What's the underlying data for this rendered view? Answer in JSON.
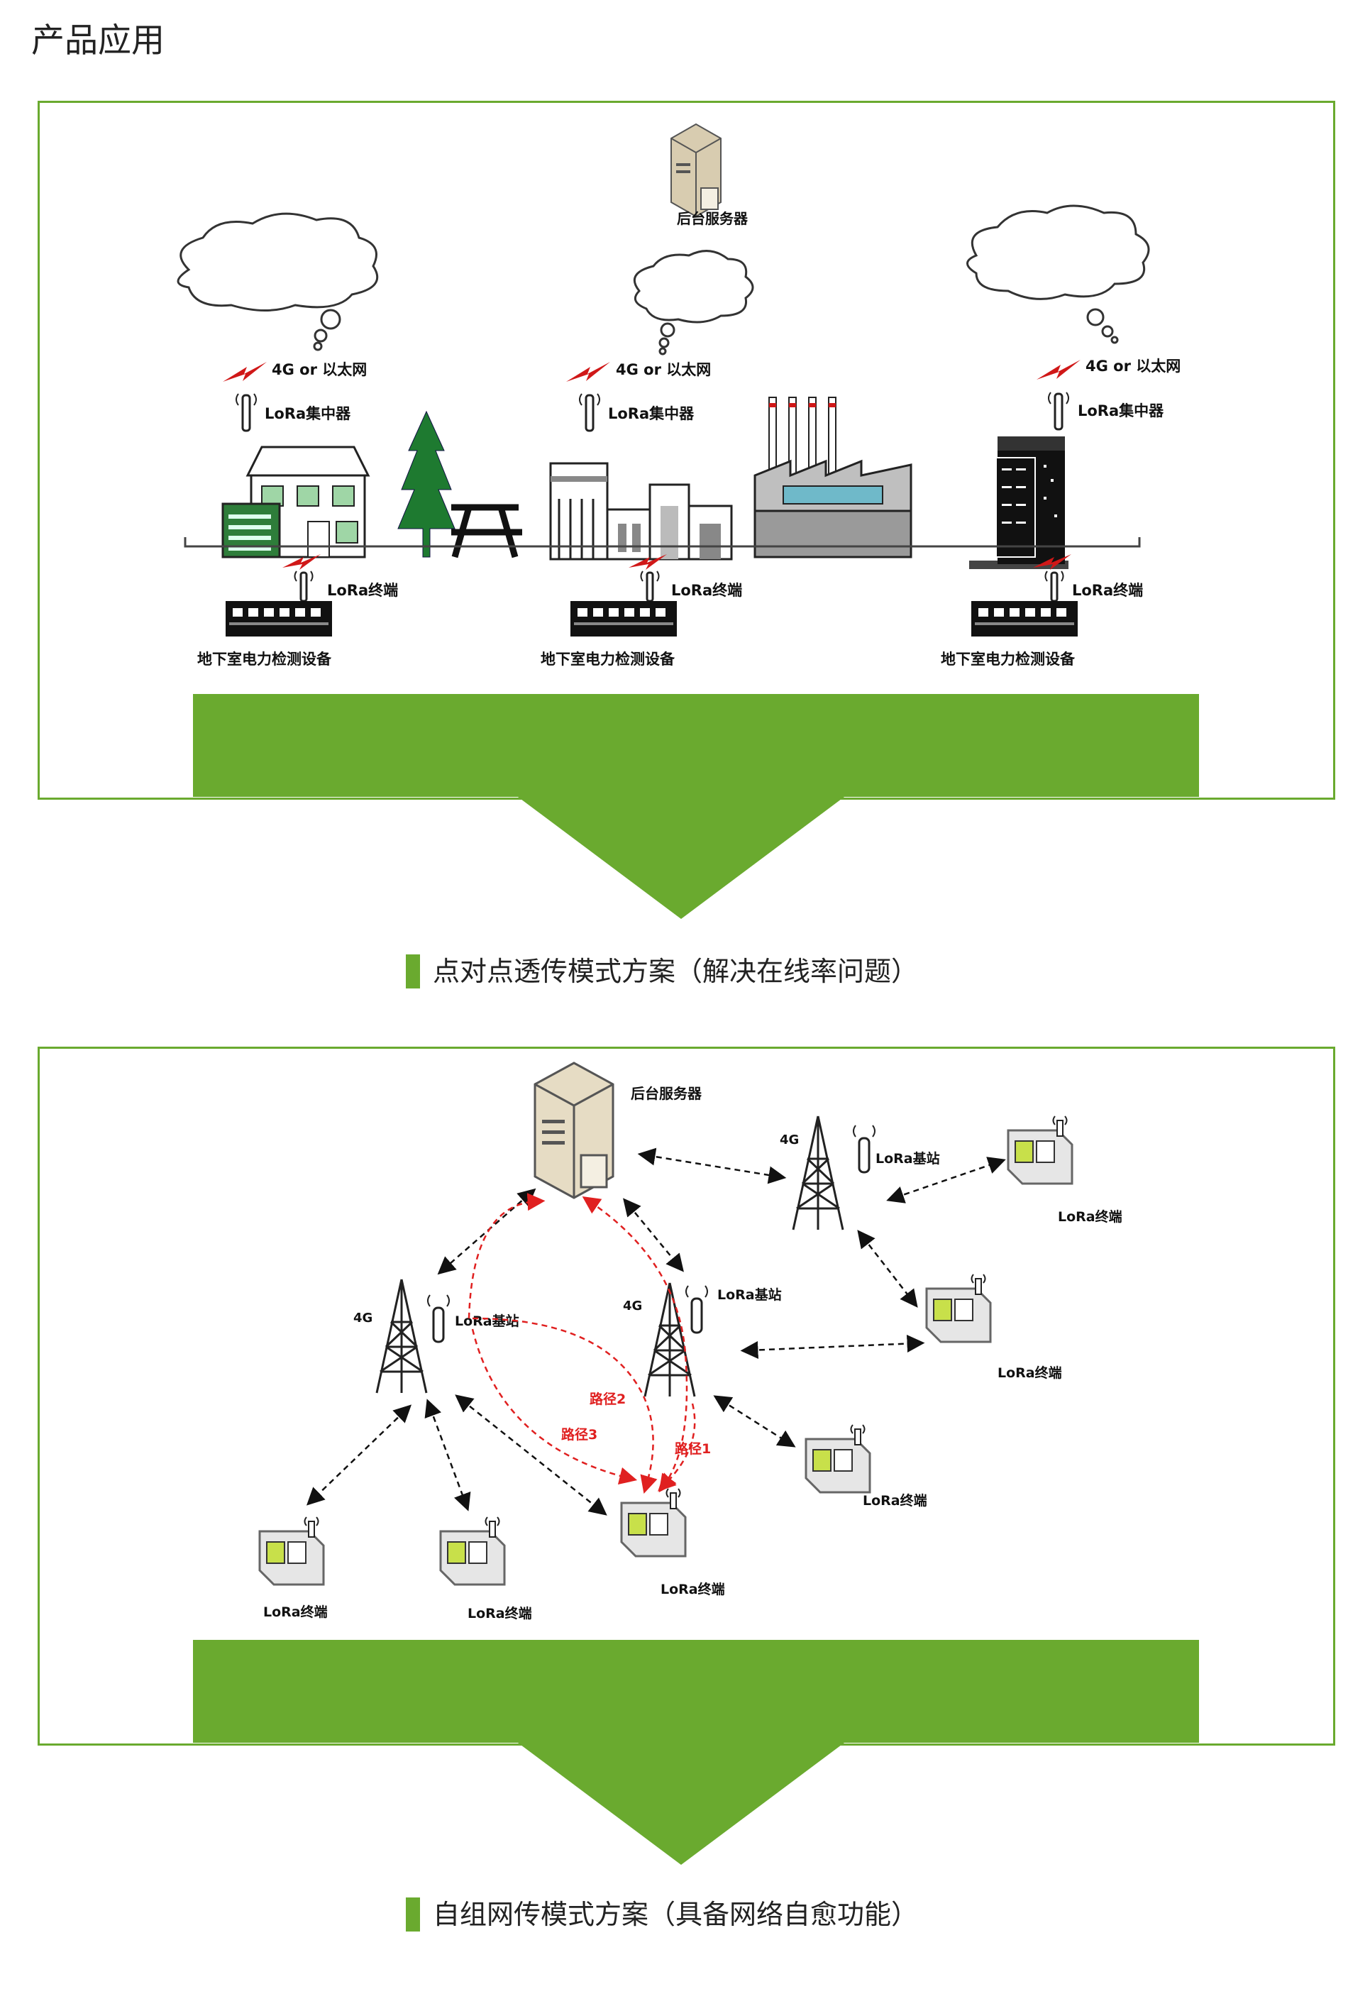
{
  "page": {
    "title": "产品应用"
  },
  "colors": {
    "accent": "#6aaa2f",
    "path_red": "#e02020"
  },
  "section1": {
    "caption": "点对点透传模式方案（解决在线率问题）",
    "server_label": "后台服务器",
    "uplink_label": "4G or 以太网",
    "concentrator_label": "LoRa集中器",
    "terminal_label": "LoRa终端",
    "device_label": "地下室电力检测设备"
  },
  "section2": {
    "caption": "自组网传模式方案（具备网络自愈功能）",
    "server_label": "后台服务器",
    "tower_label": "4G",
    "base_station_label": "LoRa基站",
    "terminal_label": "LoRa终端",
    "path1_label": "路径1",
    "path2_label": "路径2",
    "path3_label": "路径3"
  }
}
